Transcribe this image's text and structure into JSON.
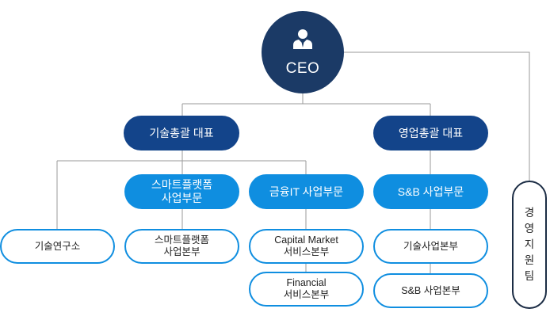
{
  "ceo": {
    "label": "CEO"
  },
  "heads": {
    "tech": "기술총괄 대표",
    "sales": "영업총괄 대표"
  },
  "divisions": {
    "smart_platform": "스마트플랫폼\n사업부문",
    "finance_it": "금융IT 사업부문",
    "snb": "S&B 사업부문"
  },
  "units": {
    "research": "기술연구소",
    "smart_platform_unit": "스마트플랫폼\n사업본부",
    "capital_market": "Capital Market\n서비스본부",
    "financial": "Financial\n서비스본부",
    "tech_business": "기술사업본부",
    "snb_unit": "S&B 사업본부"
  },
  "management_support": [
    "경",
    "영",
    "지",
    "원",
    "팀"
  ],
  "colors": {
    "ceo": "#1b3a66",
    "head": "#13448a",
    "division": "#0f8ee0",
    "outline": "#0f8ee0",
    "line": "#9a9a9a"
  }
}
